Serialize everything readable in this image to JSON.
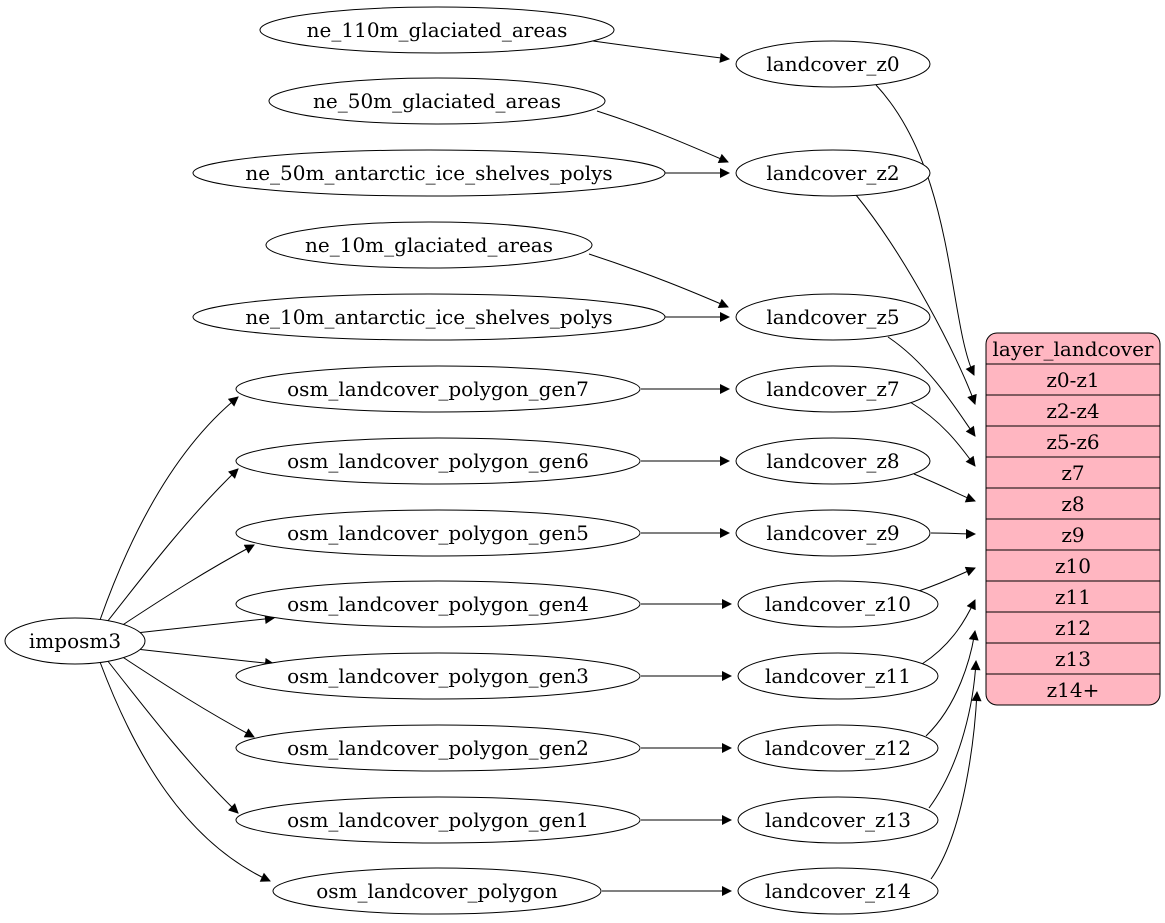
{
  "colors": {
    "layer_fill": "#ffb6c1",
    "node_fill": "#ffffff",
    "edge_stroke": "#000000",
    "background": "#ffffff"
  },
  "graph": {
    "tool": {
      "label": "imposm3"
    },
    "sources": [
      {
        "label": "ne_110m_glaciated_areas"
      },
      {
        "label": "ne_50m_glaciated_areas"
      },
      {
        "label": "ne_50m_antarctic_ice_shelves_polys"
      },
      {
        "label": "ne_10m_glaciated_areas"
      },
      {
        "label": "ne_10m_antarctic_ice_shelves_polys"
      },
      {
        "label": "osm_landcover_polygon_gen7"
      },
      {
        "label": "osm_landcover_polygon_gen6"
      },
      {
        "label": "osm_landcover_polygon_gen5"
      },
      {
        "label": "osm_landcover_polygon_gen4"
      },
      {
        "label": "osm_landcover_polygon_gen3"
      },
      {
        "label": "osm_landcover_polygon_gen2"
      },
      {
        "label": "osm_landcover_polygon_gen1"
      },
      {
        "label": "osm_landcover_polygon"
      }
    ],
    "stages": [
      {
        "label": "landcover_z0"
      },
      {
        "label": "landcover_z2"
      },
      {
        "label": "landcover_z5"
      },
      {
        "label": "landcover_z7"
      },
      {
        "label": "landcover_z8"
      },
      {
        "label": "landcover_z9"
      },
      {
        "label": "landcover_z10"
      },
      {
        "label": "landcover_z11"
      },
      {
        "label": "landcover_z12"
      },
      {
        "label": "landcover_z13"
      },
      {
        "label": "landcover_z14"
      }
    ],
    "layer": {
      "title": "layer_landcover",
      "rows": [
        {
          "label": "z0-z1"
        },
        {
          "label": "z2-z4"
        },
        {
          "label": "z5-z6"
        },
        {
          "label": "z7"
        },
        {
          "label": "z8"
        },
        {
          "label": "z9"
        },
        {
          "label": "z10"
        },
        {
          "label": "z11"
        },
        {
          "label": "z12"
        },
        {
          "label": "z13"
        },
        {
          "label": "z14+"
        }
      ]
    },
    "connections": [
      "imposm3 -> osm_landcover_polygon_gen7",
      "imposm3 -> osm_landcover_polygon_gen6",
      "imposm3 -> osm_landcover_polygon_gen5",
      "imposm3 -> osm_landcover_polygon_gen4",
      "imposm3 -> osm_landcover_polygon_gen3",
      "imposm3 -> osm_landcover_polygon_gen2",
      "imposm3 -> osm_landcover_polygon_gen1",
      "imposm3 -> osm_landcover_polygon",
      "ne_110m_glaciated_areas -> landcover_z0",
      "ne_50m_glaciated_areas -> landcover_z2",
      "ne_50m_antarctic_ice_shelves_polys -> landcover_z2",
      "ne_10m_glaciated_areas -> landcover_z5",
      "ne_10m_antarctic_ice_shelves_polys -> landcover_z5",
      "osm_landcover_polygon_gen7 -> landcover_z7",
      "osm_landcover_polygon_gen6 -> landcover_z8",
      "osm_landcover_polygon_gen5 -> landcover_z9",
      "osm_landcover_polygon_gen4 -> landcover_z10",
      "osm_landcover_polygon_gen3 -> landcover_z11",
      "osm_landcover_polygon_gen2 -> landcover_z12",
      "osm_landcover_polygon_gen1 -> landcover_z13",
      "osm_landcover_polygon -> landcover_z14",
      "landcover_z0 -> layer_landcover:z0-z1",
      "landcover_z2 -> layer_landcover:z2-z4",
      "landcover_z5 -> layer_landcover:z5-z6",
      "landcover_z7 -> layer_landcover:z7",
      "landcover_z8 -> layer_landcover:z8",
      "landcover_z9 -> layer_landcover:z9",
      "landcover_z10 -> layer_landcover:z10",
      "landcover_z11 -> layer_landcover:z11",
      "landcover_z12 -> layer_landcover:z12",
      "landcover_z13 -> layer_landcover:z13",
      "landcover_z14 -> layer_landcover:z14+"
    ]
  }
}
